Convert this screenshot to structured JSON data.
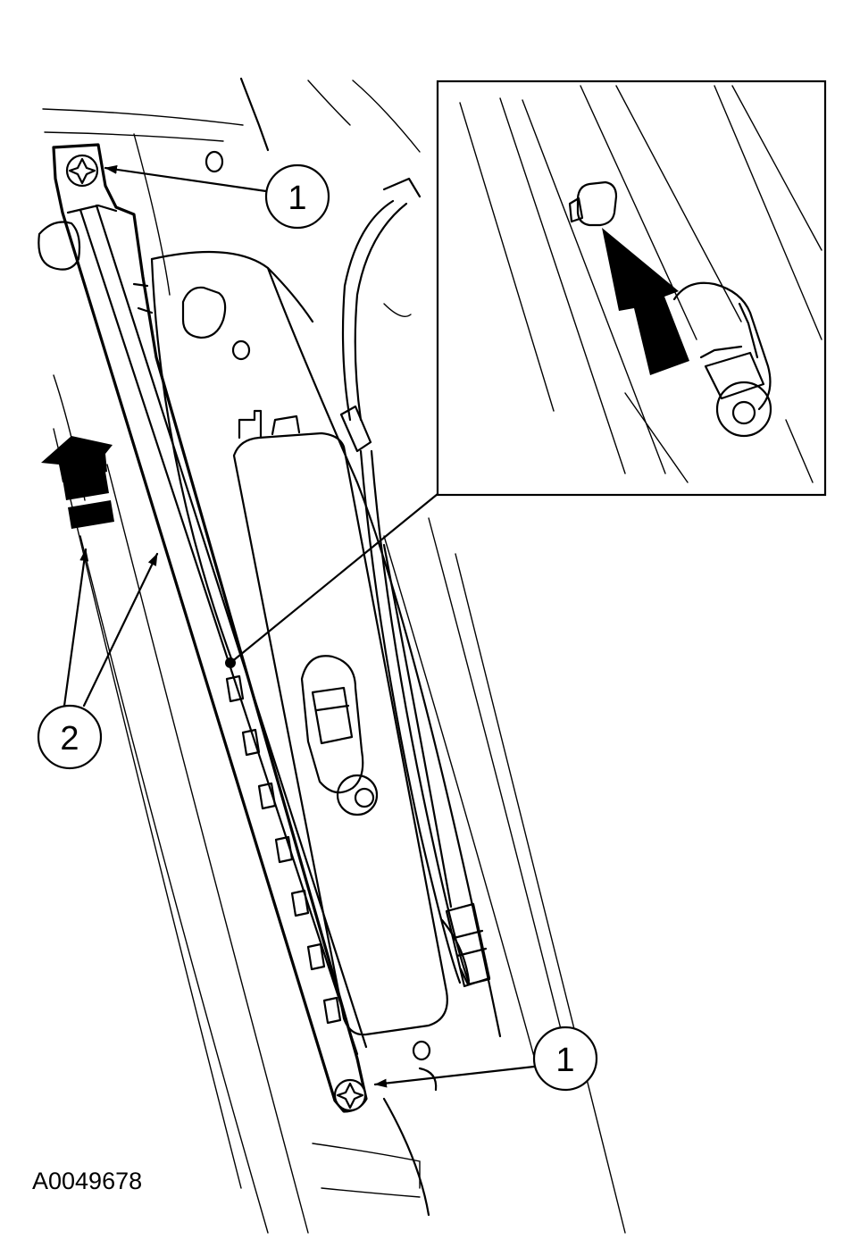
{
  "figure_id": "A0049678",
  "callouts": [
    {
      "label": "1"
    },
    {
      "label": "1"
    },
    {
      "label": "2"
    }
  ]
}
